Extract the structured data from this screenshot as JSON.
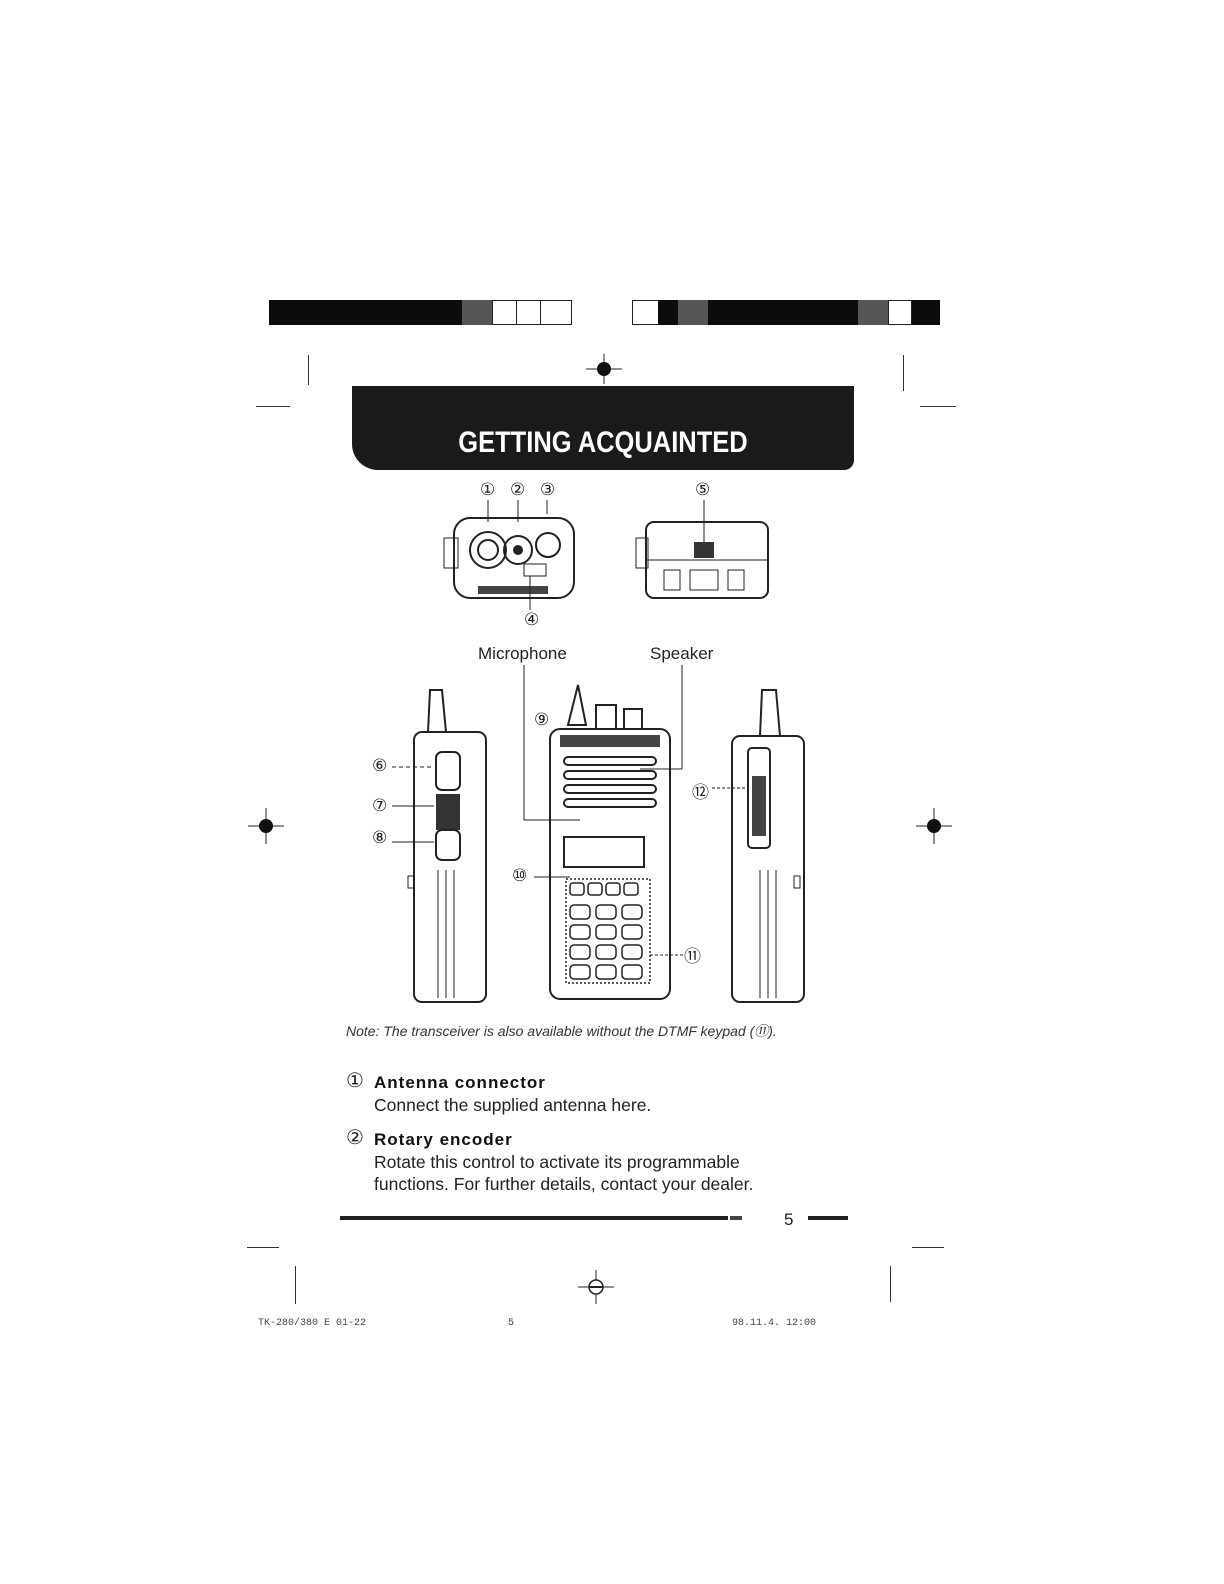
{
  "header": {
    "title": "GETTING ACQUAINTED"
  },
  "figure": {
    "top_callouts": [
      "①",
      "②",
      "③",
      "⑤"
    ],
    "bottom_callout": "④",
    "label_microphone": "Microphone",
    "label_speaker": "Speaker",
    "side_callouts": [
      "⑥",
      "⑦",
      "⑧",
      "⑨",
      "⑩",
      "⑪",
      "⑫"
    ]
  },
  "note": "Note:  The transceiver is also available without the DTMF keypad (⑪).",
  "items": [
    {
      "num": "①",
      "title": "Antenna connector",
      "body": [
        "Connect the supplied antenna here."
      ]
    },
    {
      "num": "②",
      "title": "Rotary encoder",
      "body": [
        "Rotate this control to activate its programmable",
        "functions.  For further details, contact your dealer."
      ]
    }
  ],
  "page_number": "5",
  "footer": {
    "left": "TK-280/380 E 01-22",
    "center": "5",
    "right": "98.11.4. 12:00"
  }
}
